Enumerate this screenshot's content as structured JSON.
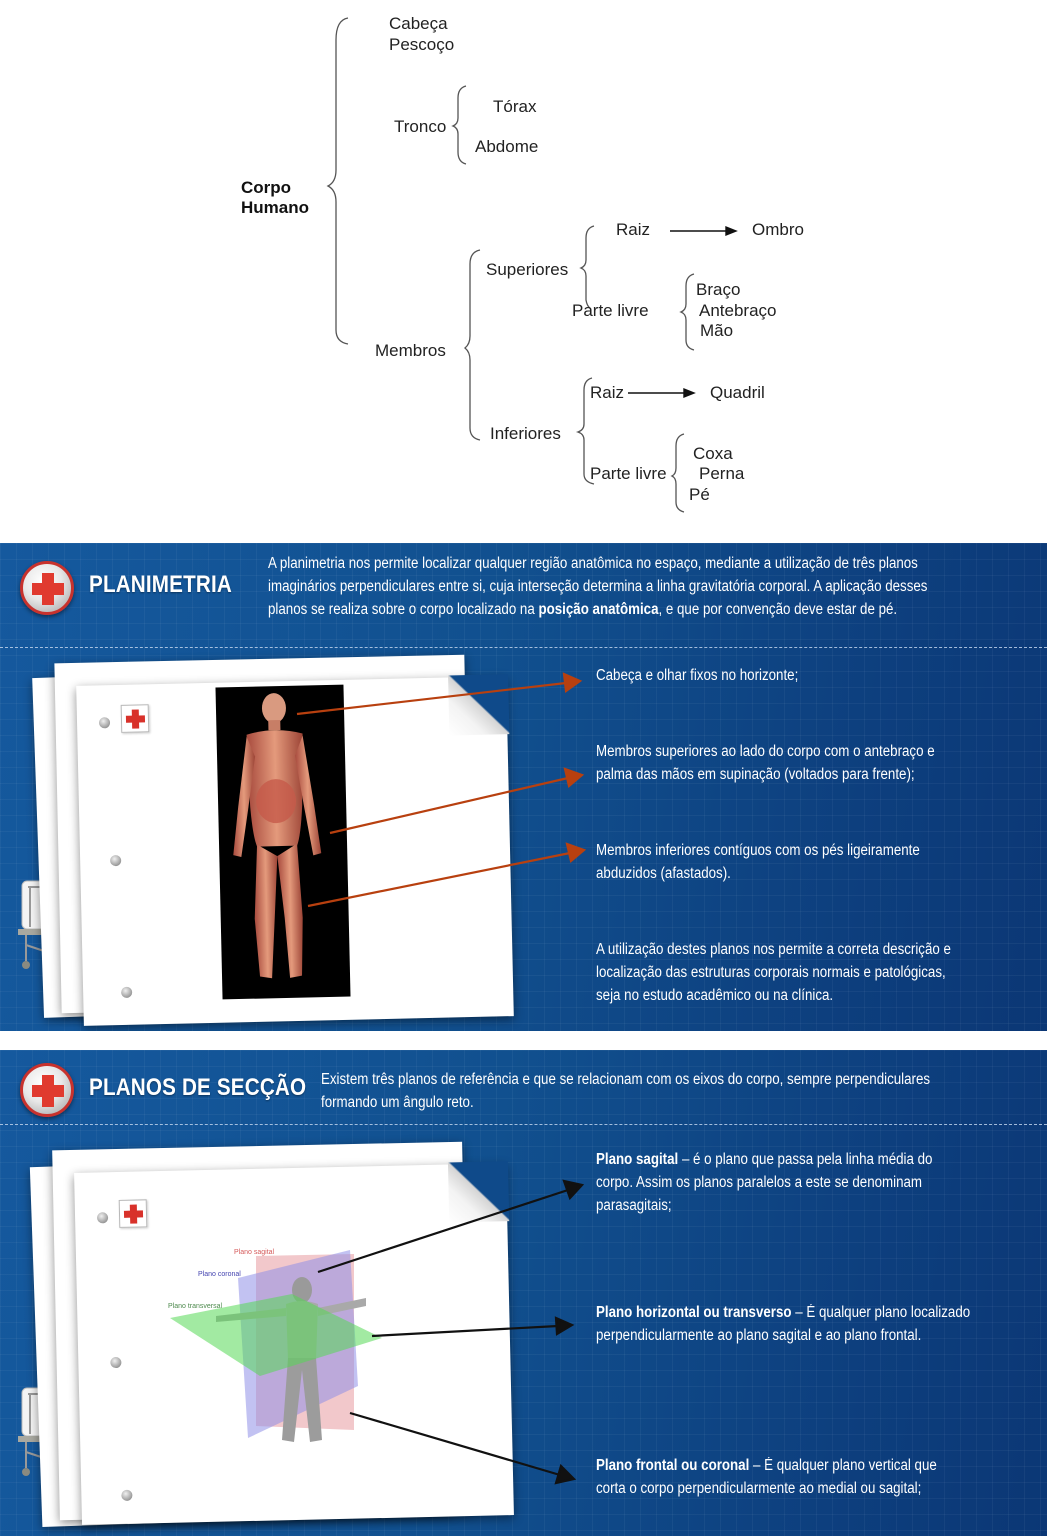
{
  "tree": {
    "root": "Corpo\nHumano",
    "root_line1": "Corpo",
    "root_line2": "Humano",
    "cabeca": "Cabeça",
    "pescoco": "Pescoço",
    "tronco": {
      "label": "Tronco",
      "children": [
        "Tórax",
        "Abdome"
      ]
    },
    "membros": {
      "label": "Membros",
      "superiores": {
        "label": "Superiores",
        "raiz": "Raiz",
        "raiz_target": "Ombro",
        "parte_livre": "Parte livre",
        "children": [
          "Braço",
          "Antebraço",
          "Mão"
        ]
      },
      "inferiores": {
        "label": "Inferiores",
        "raiz": "Raiz",
        "raiz_target": "Quadril",
        "parte_livre": "Parte livre",
        "children": [
          "Coxa",
          "Perna",
          "Pé"
        ]
      }
    }
  },
  "planimetria": {
    "title": "PLANIMETRIA",
    "intro_line1": "A planimetria nos permite localizar qualquer região anatômica no espaço, mediante a utilização de três planos",
    "intro_line2": "imaginários perpendiculares entre si, cuja interseção determina a linha gravitatória corporal. A aplicação desses",
    "intro_line3_pre": "planos se realiza sobre o corpo localizado na ",
    "intro_line3_bold": "posição anatômica",
    "intro_line3_post": ", e que por convenção deve estar de pé.",
    "bullets": [
      {
        "line1": "Cabeça e olhar fixos no horizonte;"
      },
      {
        "line1": "Membros superiores ao lado do corpo com o antebraço e",
        "line2": "palma das mãos em supinação (voltados para frente);"
      },
      {
        "line1": "Membros inferiores contíguos com os pés ligeiramente",
        "line2": "abduzidos (afastados)."
      }
    ],
    "conclusion": {
      "line1": "A utilização destes planos nos permite a correta descrição e",
      "line2": "localização das estruturas corporais normais e patológicas,",
      "line3": "seja no estudo acadêmico ou na clínica."
    },
    "arrow_color": "#b8400f"
  },
  "planos": {
    "title": "PLANOS DE SECÇÃO",
    "intro_line1": "Existem três planos de referência e que se relacionam com os eixos do corpo, sempre perpendiculares",
    "intro_line2": "formando um ângulo reto.",
    "figure_labels": {
      "sagital": "Plano sagital",
      "coronal": "Plano coronal",
      "transversal": "Plano transversal"
    },
    "bullets": [
      {
        "bold": "Plano sagital",
        "text": " – é o plano que passa pela linha média do",
        "line2": "corpo. Assim os planos paralelos a este se denominam",
        "line3": "parasagitais;"
      },
      {
        "bold": "Plano horizontal ou transverso",
        "text": " – É qualquer plano localizado",
        "line2": "perpendicularmente ao plano sagital e ao plano frontal."
      },
      {
        "bold": "Plano frontal ou coronal",
        "text": " – É qualquer plano vertical que",
        "line2": "corta o corpo perpendicularmente ao medial ou sagital;"
      }
    ],
    "arrow_color": "#111111"
  },
  "colors": {
    "panel_blue": "#11508f",
    "panel_blue_dark": "#0b3775",
    "cross_red": "#e03a2f",
    "plane_sagittal": "#e89aa0",
    "plane_coronal": "#8f8fe8",
    "plane_transverse": "#55d855"
  }
}
